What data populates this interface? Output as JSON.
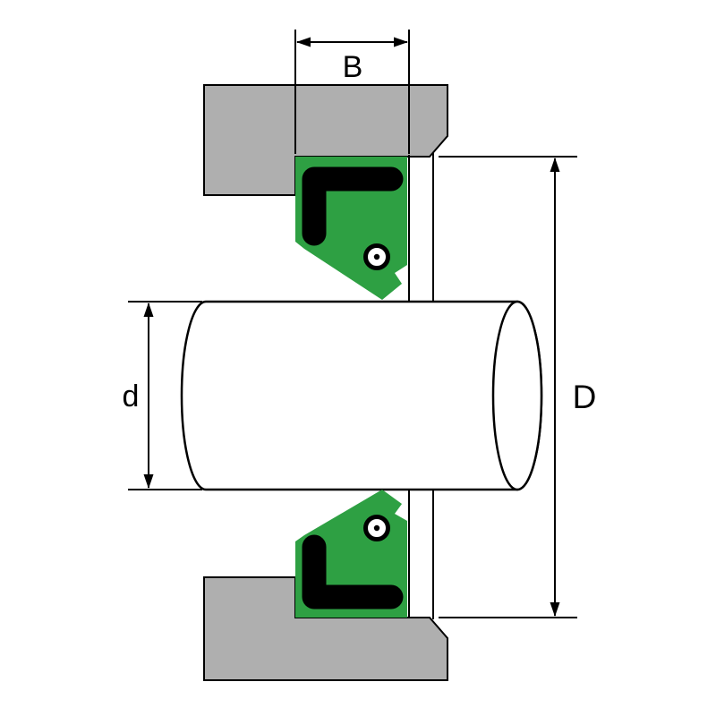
{
  "diagram": {
    "labels": {
      "seal_width": "B",
      "shaft_diameter": "d",
      "bore_diameter": "D"
    },
    "colors": {
      "housing": "#AFAFAF",
      "seal_body": "#2EA043",
      "seal_case": "#000000",
      "shaft_fill": "#FFFFFF",
      "line": "#000000",
      "background": "#FFFFFF"
    }
  }
}
